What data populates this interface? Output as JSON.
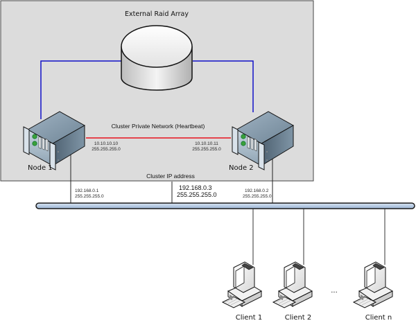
{
  "title": "External Raid Array",
  "storage": {
    "label": "External Raid Array",
    "icon": "database-cylinder-icon"
  },
  "heartbeat": {
    "label": "Cluster Private Network (Heartbeat)",
    "color": "#e8101c"
  },
  "storage_link_color": "#1010c8",
  "cluster_ip": {
    "label": "Cluster IP address",
    "ip": "192.168.0.3",
    "mask": "255.255.255.0"
  },
  "nodes": [
    {
      "name": "Node 1",
      "private_ip": "10.10.10.10",
      "private_mask": "255.255.255.0",
      "public_ip": "192.168.0.1",
      "public_mask": "255.255.255.0"
    },
    {
      "name": "Node 2",
      "private_ip": "10.10.10.11",
      "private_mask": "255.255.255.0",
      "public_ip": "192.168.0.2",
      "public_mask": "255.255.255.0"
    }
  ],
  "clients": [
    {
      "name": "Client 1"
    },
    {
      "name": "Client 2"
    },
    {
      "name": "Client n"
    }
  ],
  "ellipsis": "...",
  "colors": {
    "cluster_box_bg": "#dcdcdc",
    "bus_fill": "#b8cce4",
    "bus_stroke": "#1a1a1a"
  }
}
